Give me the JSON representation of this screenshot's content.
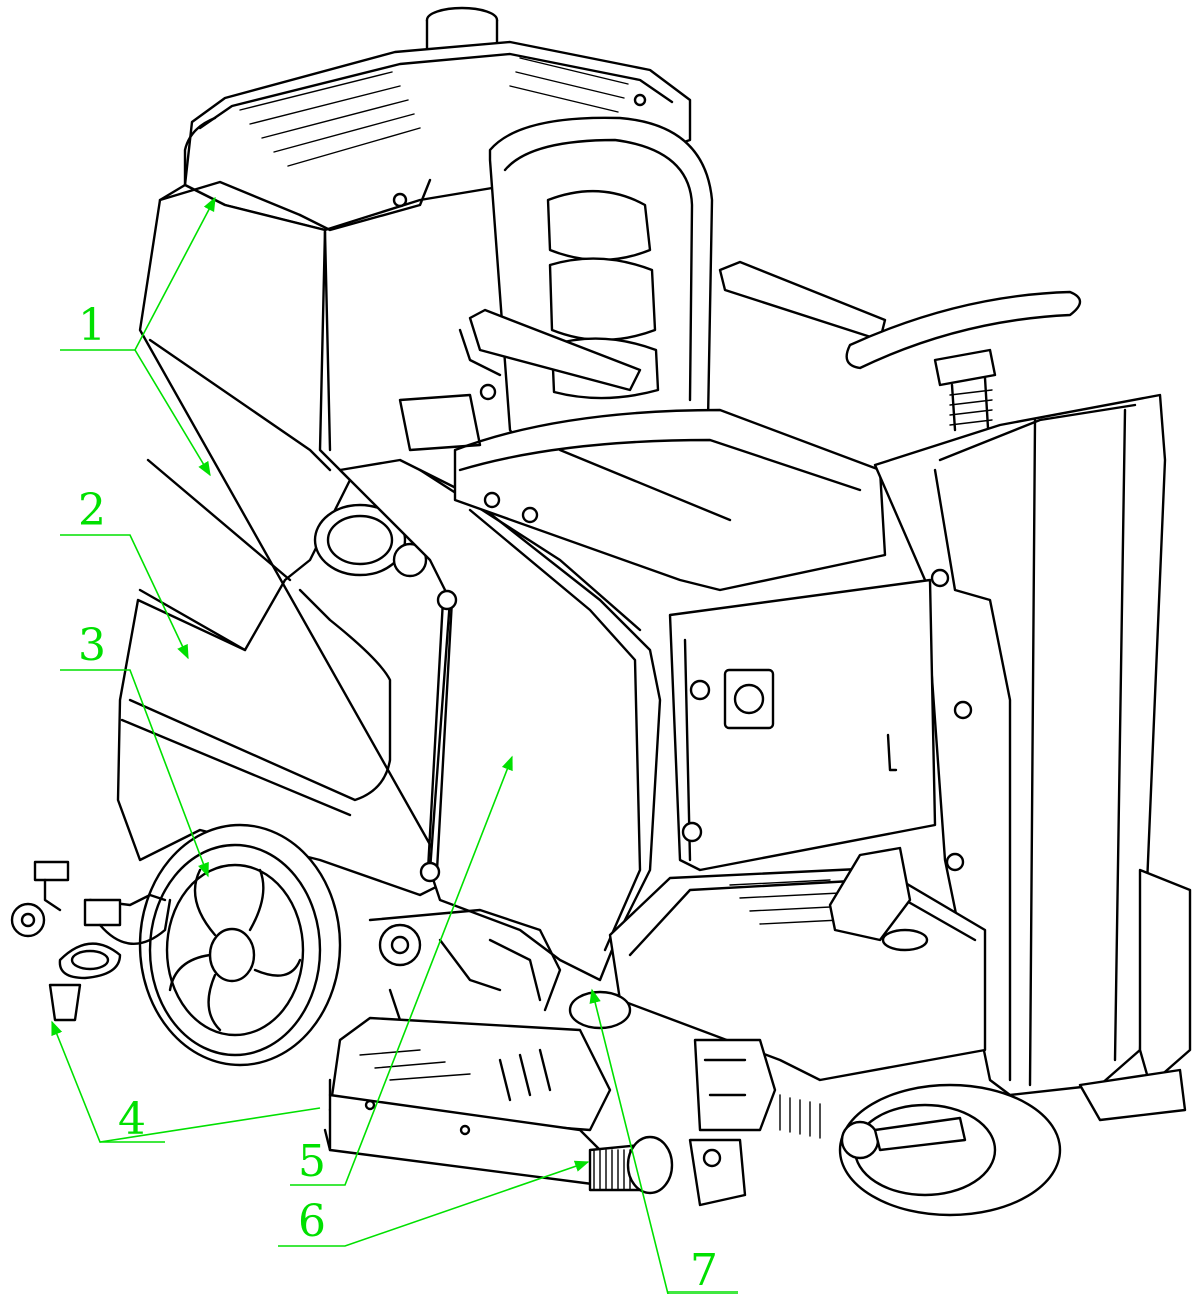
{
  "colors": {
    "accent": "#00e000",
    "line": "#000000",
    "background": "#ffffff"
  },
  "callouts": [
    {
      "label": "1"
    },
    {
      "label": "2"
    },
    {
      "label": "3"
    },
    {
      "label": "4"
    },
    {
      "label": "5"
    },
    {
      "label": "6"
    },
    {
      "label": "7"
    }
  ]
}
